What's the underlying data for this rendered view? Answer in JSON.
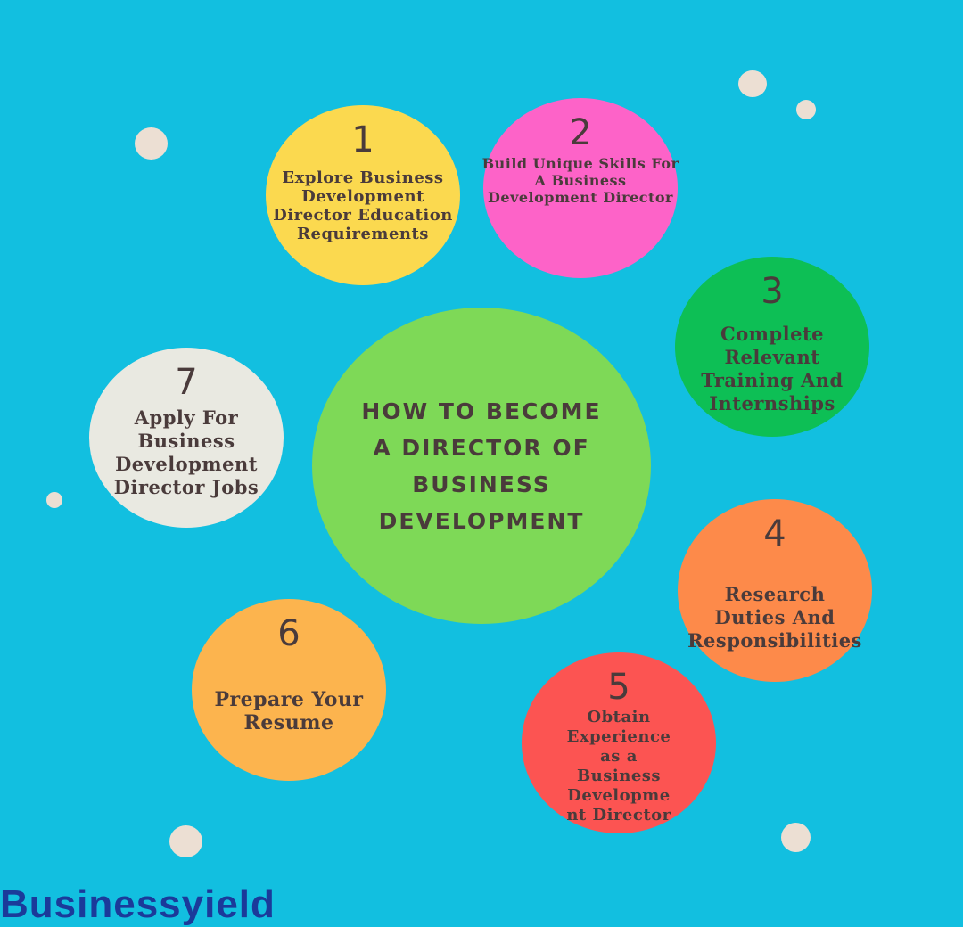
{
  "title": {
    "lines": [
      "HOW TO BECOME",
      "A DIRECTOR OF",
      "BUSINESS",
      "DEVELOPMENT"
    ]
  },
  "steps": [
    {
      "number": "1",
      "lines": [
        "Explore Business",
        "Development",
        "Director Education",
        "Requirements"
      ],
      "color": "#fbd94f"
    },
    {
      "number": "2",
      "lines": [
        "Build Unique Skills For",
        "A Business",
        "Development Director"
      ],
      "color": "#fd63c8"
    },
    {
      "number": "3",
      "lines": [
        "Complete",
        "Relevant",
        "Training And",
        "Internships"
      ],
      "color": "#0dbf55"
    },
    {
      "number": "4",
      "lines": [
        "Research",
        "Duties And",
        "Responsibilities"
      ],
      "color": "#fd8a4a"
    },
    {
      "number": "5",
      "lines": [
        "Obtain",
        "Experience",
        "as a",
        "Business",
        "Developme",
        "nt Director"
      ],
      "color": "#fc5452"
    },
    {
      "number": "6",
      "lines": [
        "Prepare Your",
        "Resume"
      ],
      "color": "#fcb44e"
    },
    {
      "number": "7",
      "lines": [
        "Apply For",
        "Business",
        "Development",
        "Director Jobs"
      ],
      "color": "#e9e9e1"
    }
  ],
  "logo": {
    "text": "Businessyield"
  }
}
